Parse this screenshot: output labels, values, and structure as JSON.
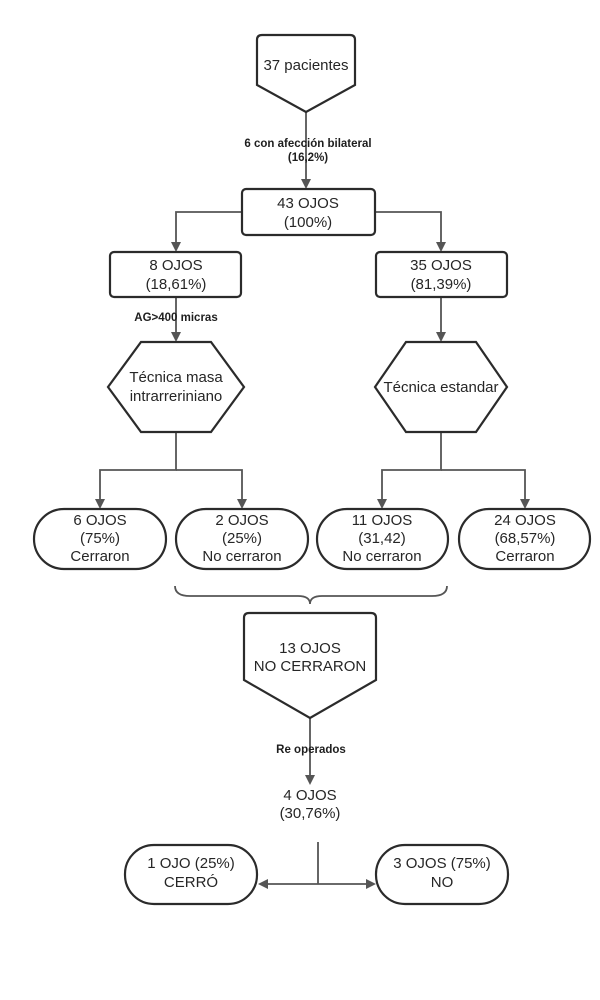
{
  "flowchart": {
    "start": {
      "label": "37 pacientes"
    },
    "bilateral_note": {
      "line1": "6 con afección bilateral",
      "line2": "(16,2%)"
    },
    "total_eyes": {
      "line1": "43 OJOS",
      "line2": "(100%)"
    },
    "left_group": {
      "line1": "8 OJOS",
      "line2": "(18,61%)"
    },
    "right_group": {
      "line1": "35 OJOS",
      "line2": "(81,39%)"
    },
    "ag_note": {
      "label": "AG>400 micras"
    },
    "technique_left": {
      "line1": "Técnica masa",
      "line2": "intrarreriniano"
    },
    "technique_right": {
      "label": "Técnica estandar"
    },
    "outcome_1": {
      "line1": "6 OJOS",
      "line2": "(75%)",
      "line3": "Cerraron"
    },
    "outcome_2": {
      "line1": "2 OJOS",
      "line2": "(25%)",
      "line3": "No cerraron"
    },
    "outcome_3": {
      "line1": "11 OJOS",
      "line2": "(31,42)",
      "line3": "No cerraron"
    },
    "outcome_4": {
      "line1": "24 OJOS",
      "line2": "(68,57%)",
      "line3": "Cerraron"
    },
    "not_closed": {
      "line1": "13 OJOS",
      "line2": "NO CERRARON"
    },
    "reoperated_note": {
      "label": "Re operados"
    },
    "reoperated_eyes": {
      "line1": "4 OJOS",
      "line2": "(30,76%)"
    },
    "final_closed": {
      "line1": "1 OJO (25%)",
      "line2": "CERRÓ"
    },
    "final_not_closed": {
      "line1": "3 OJOS (75%)",
      "line2": "NO"
    }
  }
}
